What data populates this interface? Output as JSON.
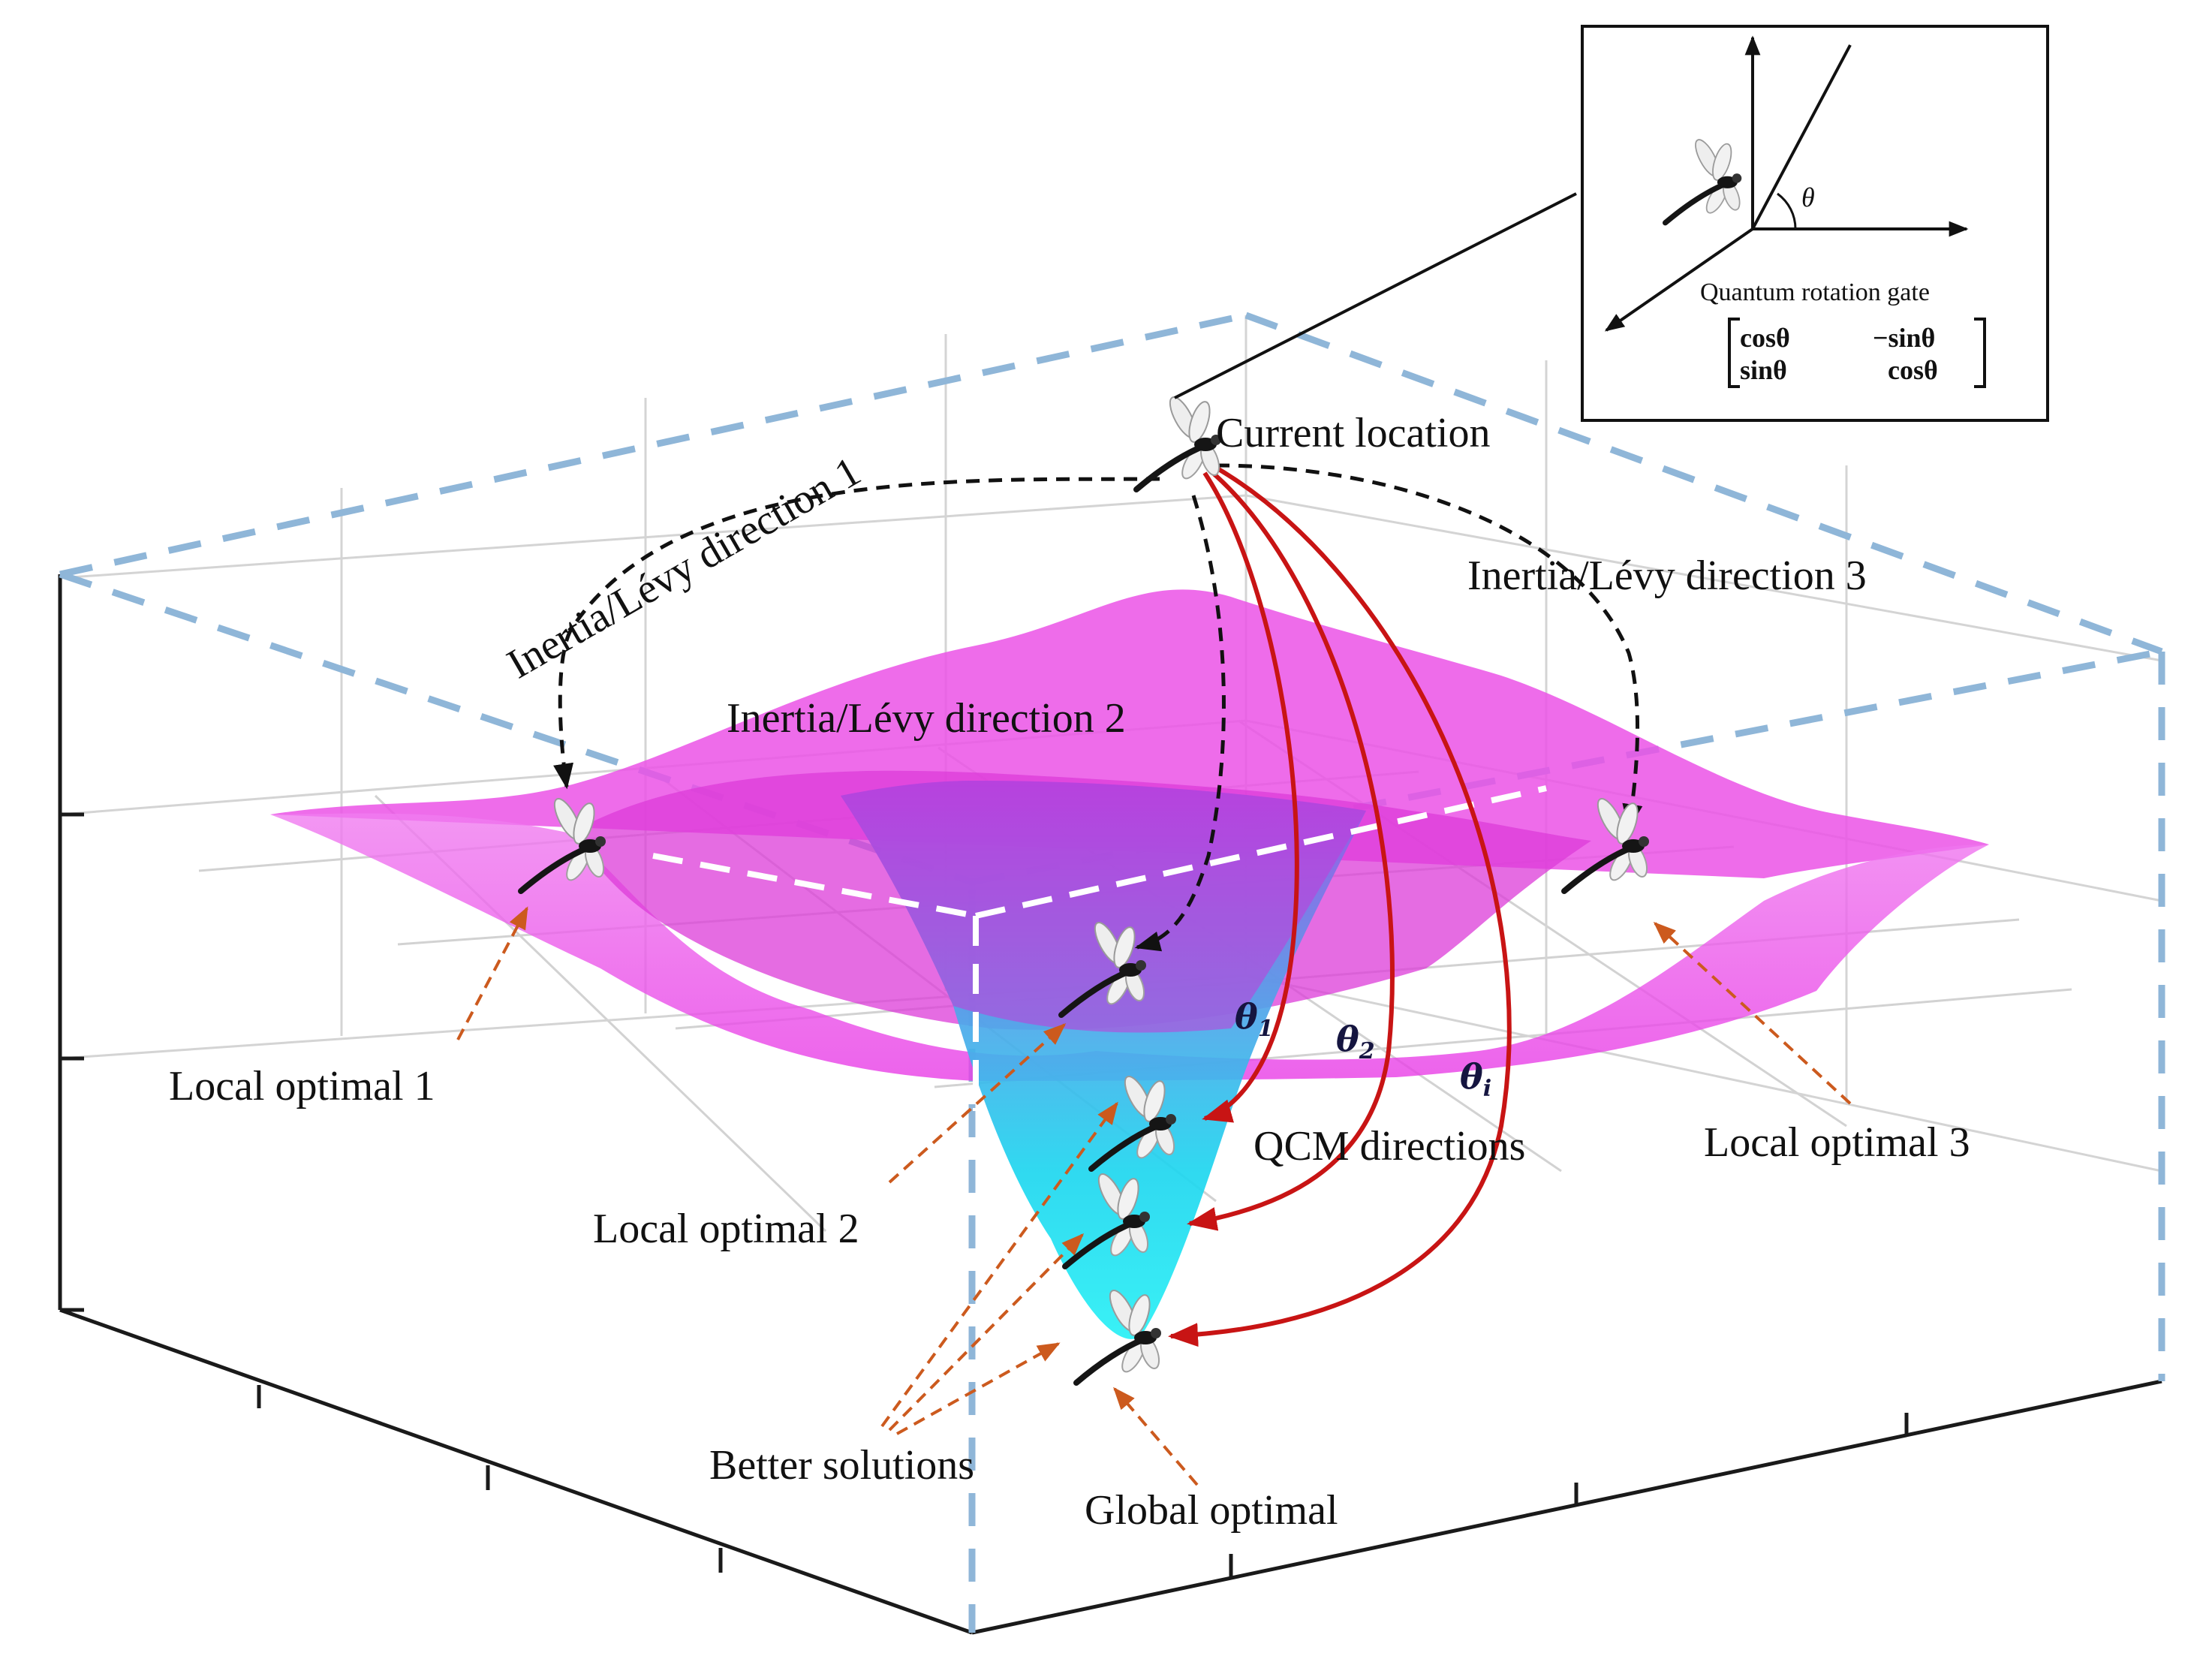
{
  "labels": {
    "current_location": "Current location",
    "direction_1": "Inertia/Lévy direction 1",
    "direction_2": "Inertia/Lévy direction 2",
    "direction_3": "Inertia/Lévy direction 3",
    "local_optimal_1": "Local optimal 1",
    "local_optimal_2": "Local optimal 2",
    "local_optimal_3": "Local optimal 3",
    "qcm_directions": "QCM directions",
    "better_solutions": "Better solutions",
    "global_optimal": "Global optimal",
    "theta_1": "θ",
    "theta_1_sub": "1",
    "theta_2": "θ",
    "theta_2_sub": "2",
    "theta_i": "θ",
    "theta_i_sub": "i"
  },
  "inset": {
    "title": "Quantum rotation gate",
    "theta": "θ",
    "matrix": {
      "r1c1": "cosθ",
      "r1c2": "−sinθ",
      "r2c1": "sinθ",
      "r2c2": "cosθ"
    }
  },
  "colors": {
    "surface_magenta": "#e633e0",
    "surface_cyan": "#22e6f2",
    "qcm_arrow": "#c81414",
    "direction_arrow": "#111111",
    "pointer_arrow": "#cc5a1e",
    "box_dashed": "#8fb6d8",
    "grid": "#d4d4d4"
  }
}
